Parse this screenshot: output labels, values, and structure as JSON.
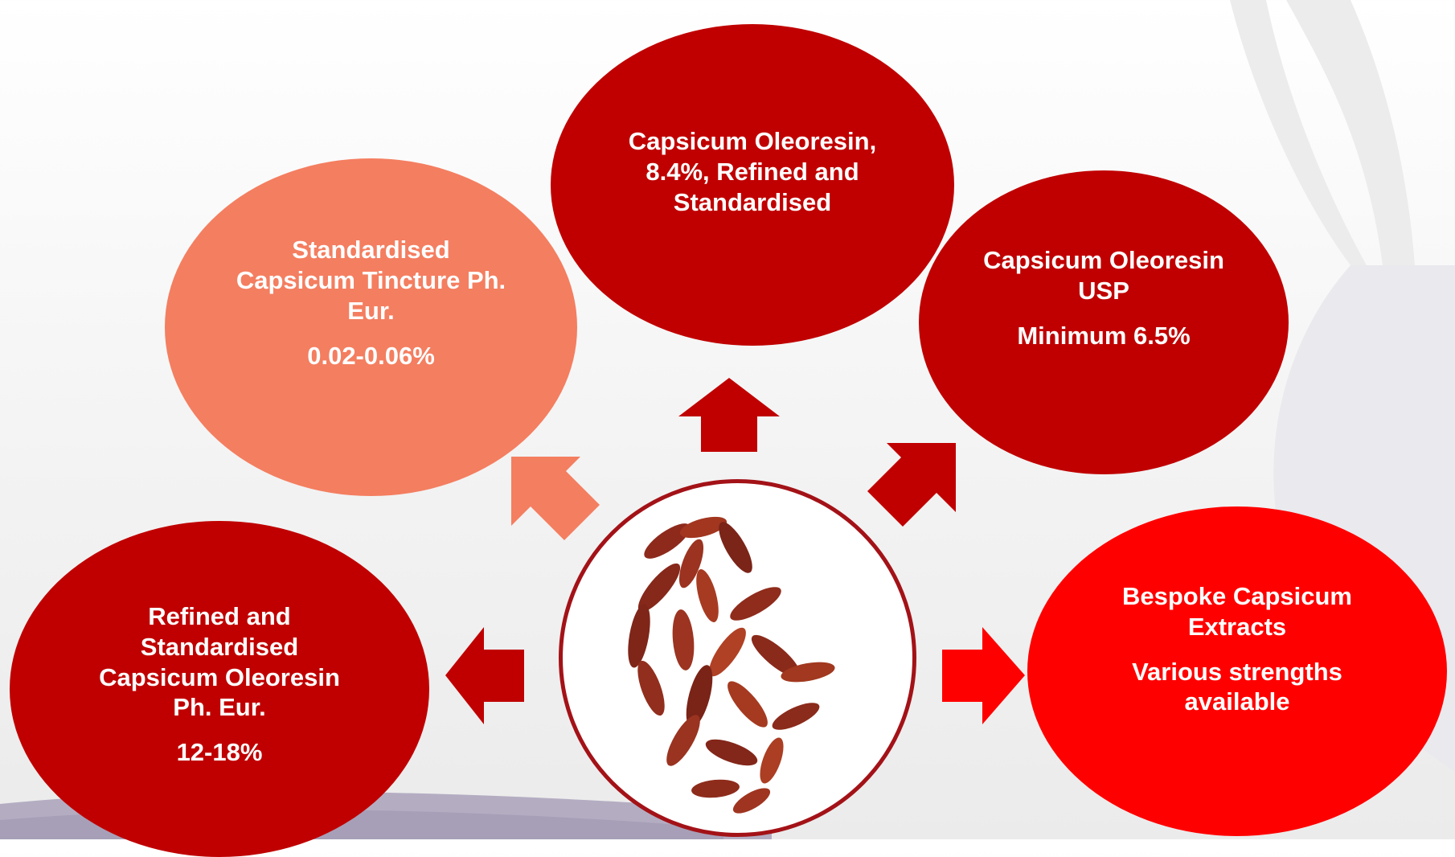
{
  "colors": {
    "dark_red": "#c00000",
    "salmon": "#f47e60",
    "bright_red": "#ff0000",
    "ring": "#a31217"
  },
  "bubbles": {
    "top": {
      "lines": [
        "Capsicum Oleoresin,",
        "8.4%, Refined and",
        "Standardised"
      ]
    },
    "upper_left": {
      "lines": [
        "Standardised",
        "Capsicum Tincture Ph.",
        "Eur."
      ],
      "value": "0.02-0.06%"
    },
    "upper_right": {
      "lines": [
        "Capsicum Oleoresin",
        "USP"
      ],
      "value": "Minimum 6.5%"
    },
    "lower_left": {
      "lines": [
        "Refined and",
        "Standardised",
        "Capsicum Oleoresin",
        "Ph. Eur."
      ],
      "value": "12-18%"
    },
    "lower_right": {
      "lines": [
        "Bespoke Capsicum",
        "Extracts"
      ],
      "value_lines": [
        "Various strengths",
        "available"
      ]
    }
  },
  "center_image": {
    "icon": "dried-chili-peppers-image"
  }
}
